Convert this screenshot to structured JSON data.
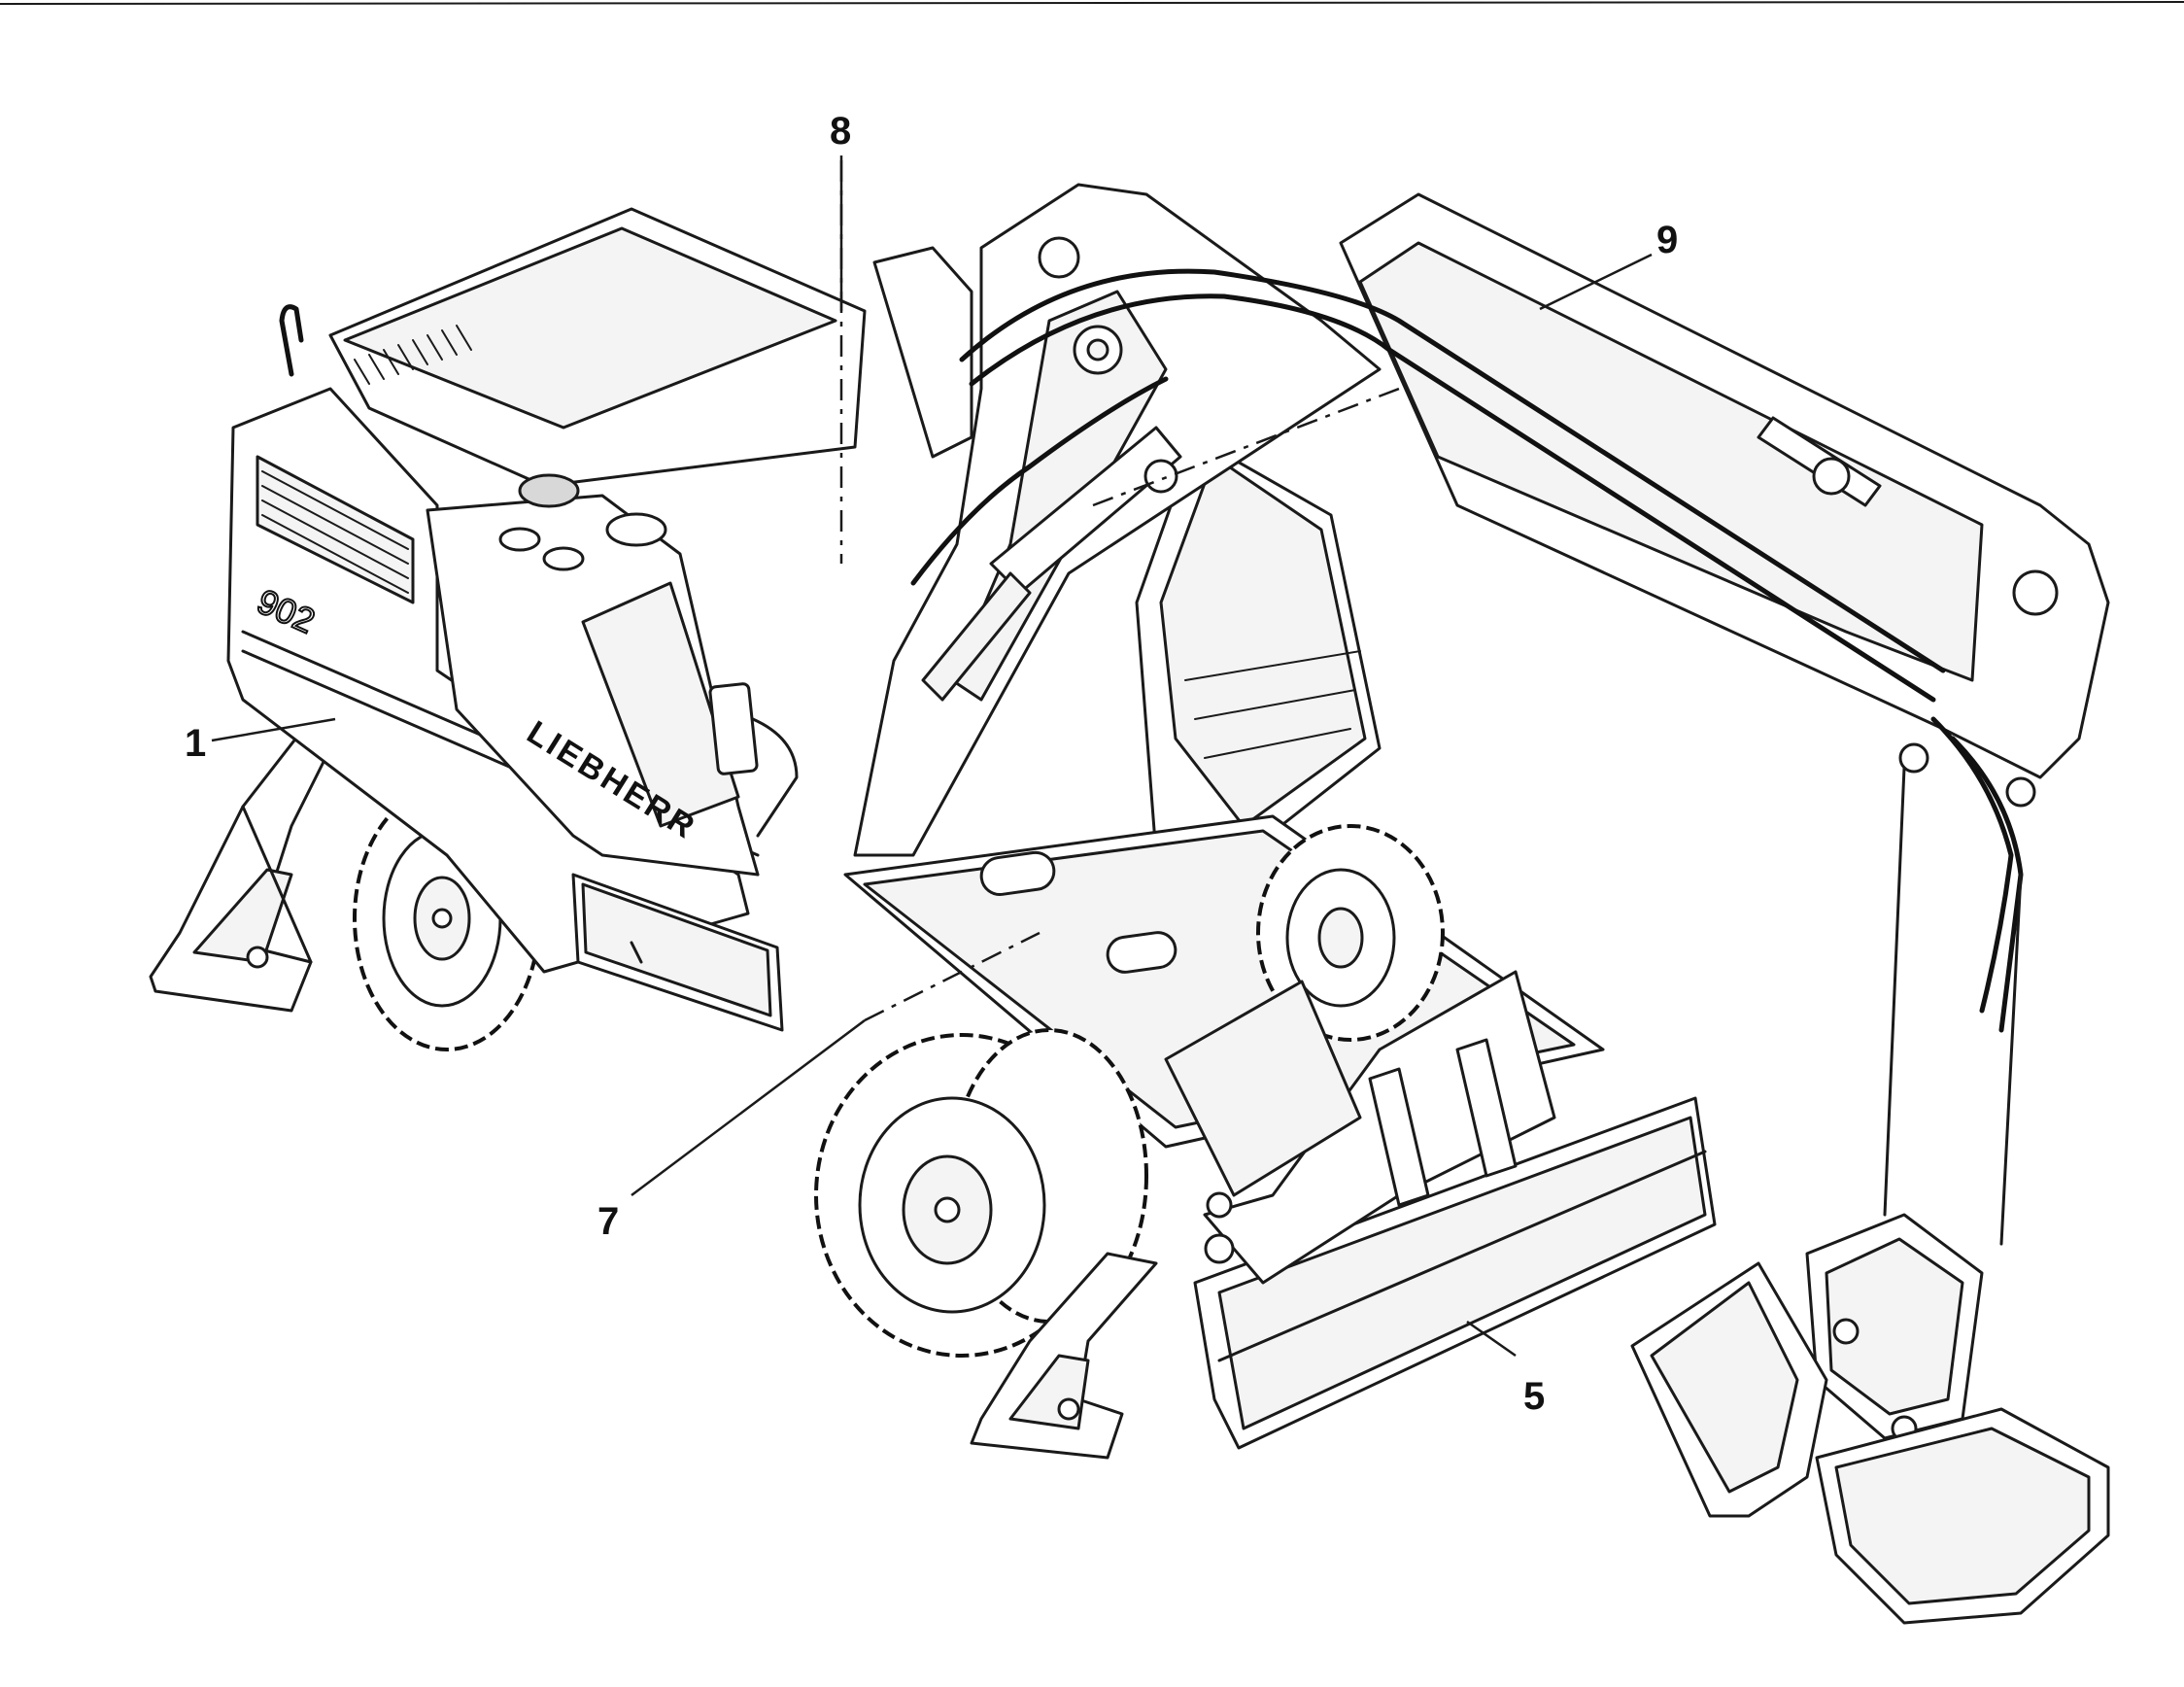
{
  "brand_text": "LIEBHERR",
  "model_text": "902",
  "callouts": {
    "c1": "1",
    "c5": "5",
    "c7": "7",
    "c8": "8",
    "c9": "9"
  }
}
